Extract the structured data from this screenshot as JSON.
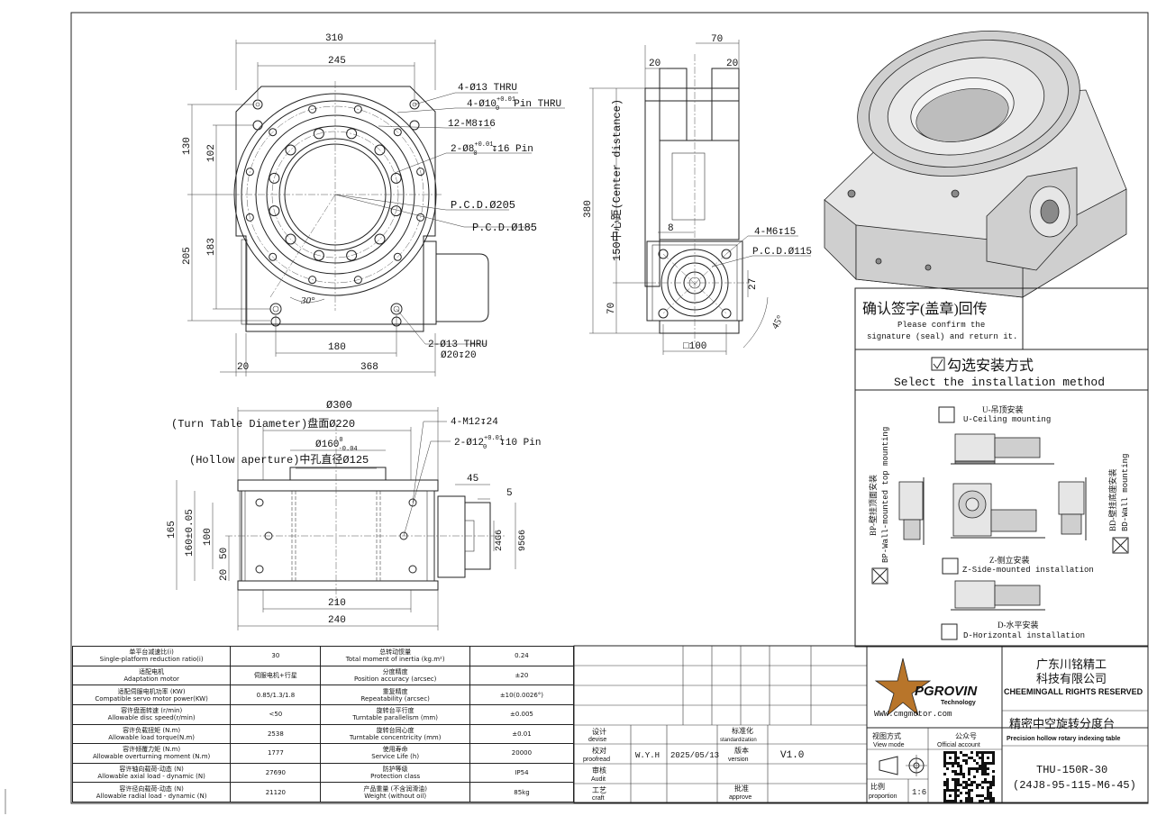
{
  "top_view": {
    "w310": "310",
    "w245": "245",
    "d130": "130",
    "d102": "102",
    "d205": "205",
    "d183": "183",
    "d180": "180",
    "d20": "20",
    "d368": "368",
    "angle30": "30°",
    "n1": "4-Ø13 THRU",
    "n2a": "4-Ø10",
    "n2b": "+0.01",
    "n2c": "0",
    "n2d": "Pin THRU",
    "n3": "12-M8↧16",
    "n4a": "2-Ø8",
    "n4b": "+0.01",
    "n4c": "0",
    "n4d": "↧16 Pin",
    "n5": "P.C.D.Ø205",
    "n6": "P.C.D.Ø185",
    "n7": "2-Ø13 THRU",
    "n8": "Ø20↧20"
  },
  "side_view": {
    "d70": "70",
    "d20a": "20",
    "d20b": "20",
    "d380": "380",
    "center": "150中心距(Center distance)",
    "d8": "8",
    "d70b": "70",
    "d27": "27",
    "d100": "□100",
    "d45": "45°",
    "n1": "4-M6↧15",
    "n2": "P.C.D.Ø115"
  },
  "front_view": {
    "phi300": "Ø300",
    "turn": "(Turn Table Diameter)盘面Ø220",
    "phi160a": "Ø160",
    "phi160b": "0",
    "phi160c": "-0.04",
    "hollow": "(Hollow aperture)中孔直径Ø125",
    "n1": "4-M12↧24",
    "n2a": "2-Ø12",
    "n2b": "+0.01",
    "n2c": "0",
    "n2d": "↧10 Pin",
    "d45": "45",
    "d5": "5",
    "d24": "24G6",
    "d95": "95G6",
    "d165": "165",
    "d160": "160±0.05",
    "d100": "100",
    "d50": "50",
    "d20": "20",
    "d210": "210",
    "d240": "240"
  },
  "confirm": {
    "title": "确认签字(盖章)回传",
    "line1": "Please confirm the",
    "line2": "signature (seal) and return it."
  },
  "install": {
    "title": "勾选安装方式",
    "subtitle": "Select the installation method",
    "u_cn": "U-吊顶安装",
    "u_en": "U-Ceiling mounting",
    "bp_cn": "BP-壁挂顶面安装",
    "bp_en": "BP-Wall-mounted top mounting",
    "bd_cn": "BD-壁挂底座安装",
    "bd_en": "BD-Wall mounting",
    "z_cn": "Z-侧立安装",
    "z_en": "Z-Side-mounted installation",
    "d_cn": "D-水平安装",
    "d_en": "D-Horizontal installation",
    "checked": [
      "BP",
      "BD"
    ]
  },
  "specs": [
    {
      "cn1": "单平台减速比(i)",
      "en1": "Single-platform reduction ratio(i)",
      "v1": "30",
      "cn2": "总转动惯量",
      "en2": "Total moment of inertia (kg.m²)",
      "v2": "0.24"
    },
    {
      "cn1": "适配电机",
      "en1": "Adaptation motor",
      "v1": "伺服电机+行星",
      "cn2": "分度精度",
      "en2": "Position accuracy (arcsec)",
      "v2": "±20"
    },
    {
      "cn1": "适配伺服电机功率 (KW)",
      "en1": "Compatible servo motor power(KW)",
      "v1": "0.85/1.3/1.8",
      "cn2": "重复精度",
      "en2": "Repeatability (arcsec)",
      "v2": "±10(0.0026°)"
    },
    {
      "cn1": "容许盘面转速 (r/min)",
      "en1": "Allowable disc speed(r/min)",
      "v1": "<50",
      "cn2": "旋转台平行度",
      "en2": "Turntable parallelism (mm)",
      "v2": "±0.005"
    },
    {
      "cn1": "容许负载扭矩 (N.m)",
      "en1": "Allowable load torque(N.m)",
      "v1": "2538",
      "cn2": "旋转台同心度",
      "en2": "Turntable concentricity (mm)",
      "v2": "±0.01"
    },
    {
      "cn1": "容许倾覆力矩 (N.m)",
      "en1": "Allowable overturning moment (N.m)",
      "v1": "1777",
      "cn2": "使用寿命",
      "en2": "Service Life (h)",
      "v2": "20000"
    },
    {
      "cn1": "容许轴向载荷-动态 (N)",
      "en1": "Allowable axial load - dynamic (N)",
      "v1": "27690",
      "cn2": "防护等级",
      "en2": "Protection class",
      "v2": "IP54"
    },
    {
      "cn1": "容许径向载荷-动态 (N)",
      "en1": "Allowable radial load - dynamic (N)",
      "v1": "21120",
      "cn2": "产品重量 (不含润滑油)",
      "en2": "Weight (without oil)",
      "v2": "85kg"
    }
  ],
  "title_block": {
    "design_cn": "设计",
    "design_en": "devise",
    "proof_cn": "校对",
    "proof_en": "proofread",
    "proof_name": "W.Y.H",
    "proof_date": "2025/05/13",
    "audit_cn": "审核",
    "audit_en": "Audit",
    "craft_cn": "工艺",
    "craft_en": "craft",
    "std_cn": "标准化",
    "std_en": "standardization",
    "ver_cn": "版本",
    "ver_en": "version",
    "ver": "V1.0",
    "appr_cn": "批准",
    "appr_en": "approve",
    "logo": "PGROVIN",
    "logo_sub": "Technology",
    "url": "WWW.cmgmotor.com",
    "company_cn1": "广东川铭精工",
    "company_cn2": "科技有限公司",
    "company_en": "CHEEMINGALL RIGHTS RESERVED",
    "product_cn": "精密中空旋转分度台",
    "product_en": "Precision hollow rotary indexing table",
    "view_cn": "视图方式",
    "view_en": "View mode",
    "acct_cn": "公众号",
    "acct_en": "Official account",
    "scale_cn": "比例",
    "scale_en": "proportion",
    "scale": "1:6",
    "model1": "THU-150R-30",
    "model2": "(24J8-95-115-M6-45)"
  }
}
